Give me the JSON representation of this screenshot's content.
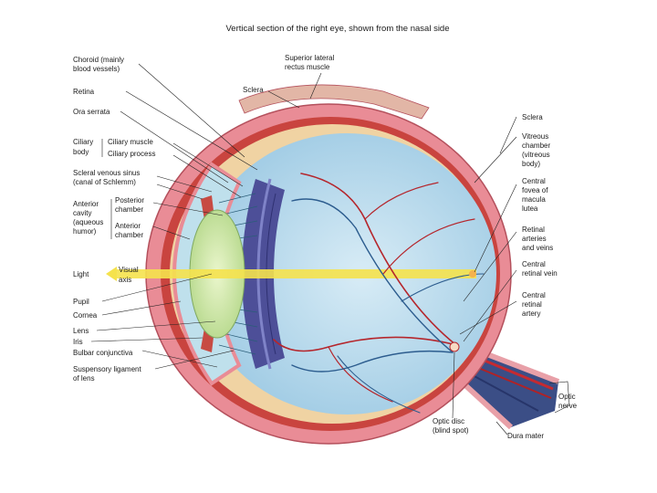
{
  "title": "Vertical section of the right eye, shown from the nasal side",
  "labels": {
    "choroid": [
      "Choroid (mainly",
      "blood vessels)"
    ],
    "superior_rectus": [
      "Superior lateral",
      "rectus muscle"
    ],
    "sclera_top": "Sclera",
    "retina": "Retina",
    "ora_serrata": "Ora serrata",
    "ciliary_body": [
      "Ciliary",
      "body"
    ],
    "ciliary_muscle": "Ciliary muscle",
    "ciliary_process": "Ciliary process",
    "scleral_venous_sinus": [
      "Scleral venous sinus",
      "(canal of Schlemm)"
    ],
    "anterior_cavity": [
      "Anterior",
      "cavity",
      "(aqueous",
      "humor)"
    ],
    "posterior_chamber": [
      "Posterior",
      "chamber"
    ],
    "anterior_chamber": [
      "Anterior",
      "chamber"
    ],
    "light": "Light",
    "visual_axis": [
      "Visual",
      "axis"
    ],
    "pupil": "Pupil",
    "cornea": "Cornea",
    "lens": "Lens",
    "iris": "Iris",
    "bulbar_conjunctiva": "Bulbar conjunctiva",
    "suspensory_ligament": [
      "Suspensory ligament",
      "of lens"
    ],
    "sclera_right": "Sclera",
    "vitreous_chamber": [
      "Vitreous",
      "chamber",
      "(vitreous",
      "body)"
    ],
    "central_fovea": [
      "Central",
      "fovea of",
      "macula",
      "lutea"
    ],
    "retinal_arteries": [
      "Retinal",
      "arteries",
      "and veins"
    ],
    "central_retinal_vein": [
      "Central",
      "retinal vein"
    ],
    "central_retinal_artery": [
      "Central",
      "retinal",
      "artery"
    ],
    "optic_nerve": [
      "Optic",
      "nerve"
    ],
    "optic_disc": [
      "Optic disc",
      "(blind spot)"
    ],
    "dura_mater": "Dura mater"
  }
}
